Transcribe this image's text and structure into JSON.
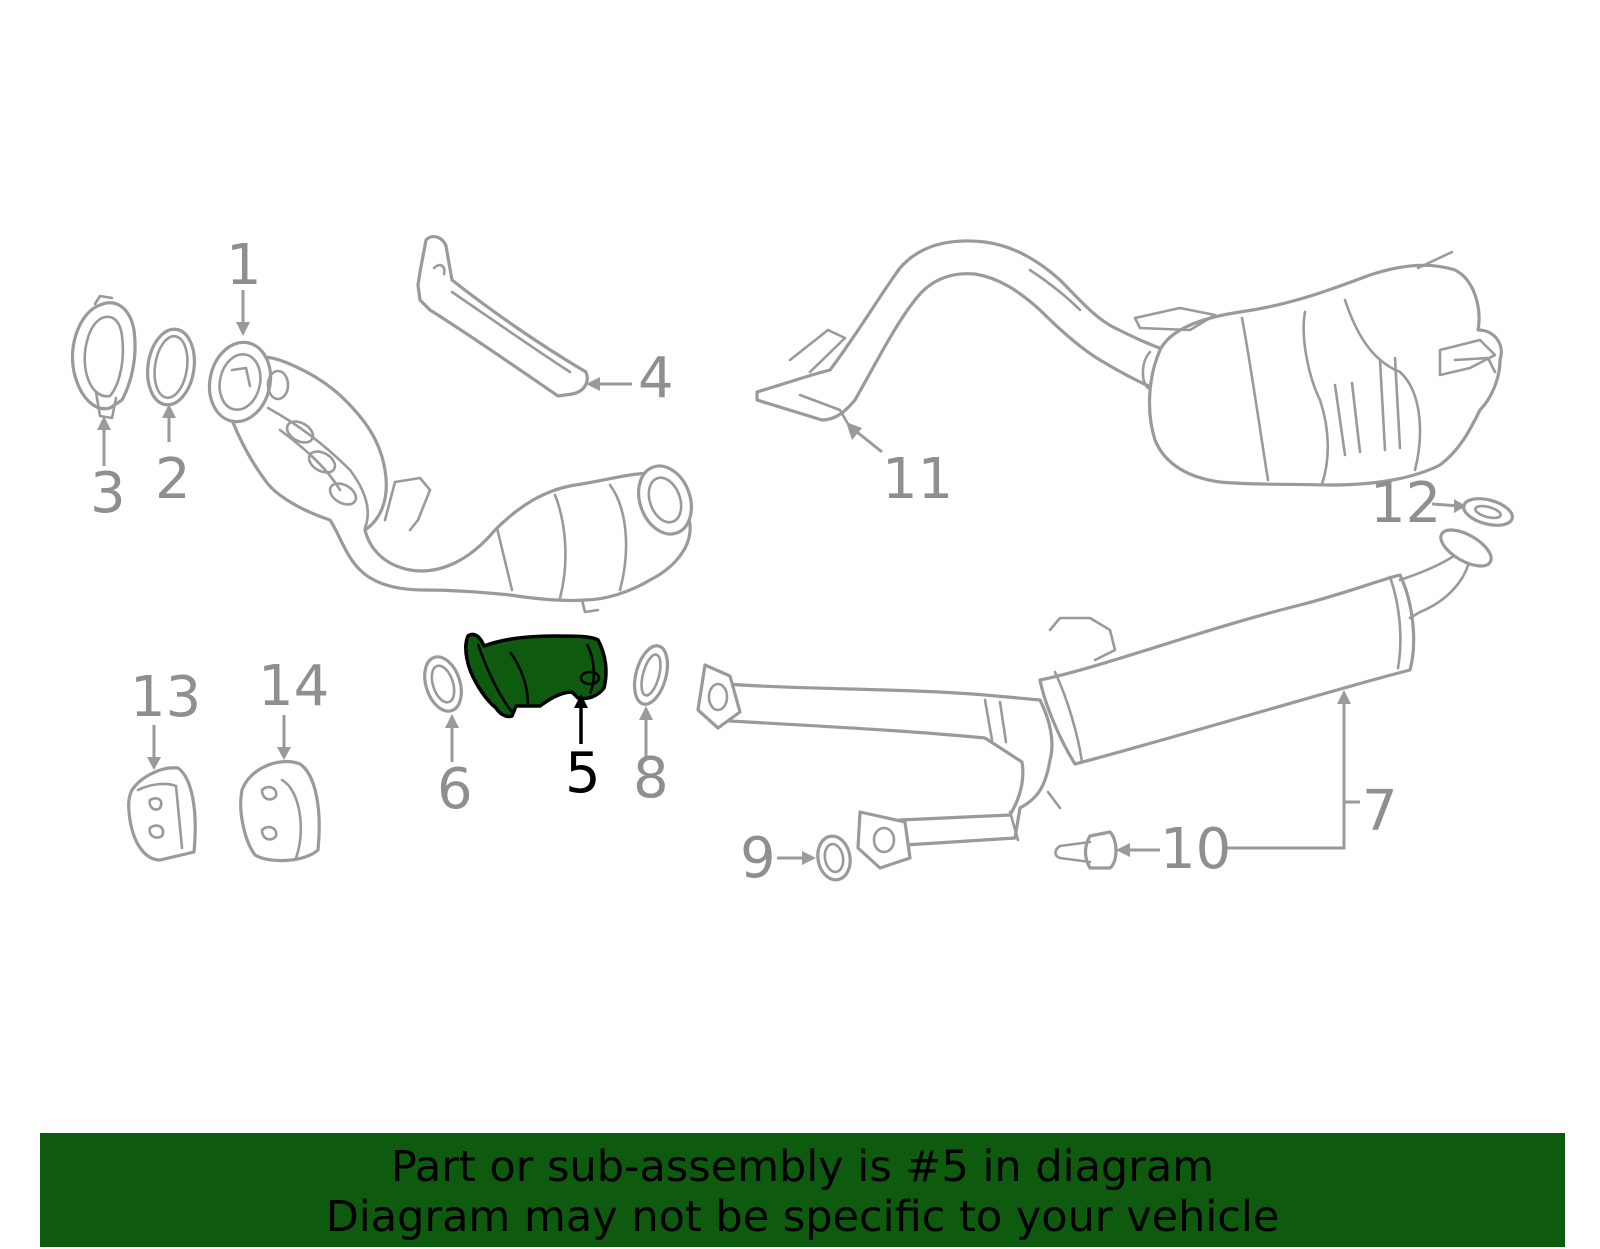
{
  "callouts": {
    "c1": "1",
    "c2": "2",
    "c3": "3",
    "c4": "4",
    "c5": "5",
    "c6": "6",
    "c7": "7",
    "c8": "8",
    "c9": "9",
    "c10": "10",
    "c11": "11",
    "c12": "12",
    "c13": "13",
    "c14": "14"
  },
  "highlighted_part": "5",
  "colors": {
    "highlight": "#0e5a0e",
    "line_art": "#9a9a9a",
    "banner": "#0e5a0e"
  },
  "banner": {
    "line1": "Part or sub-assembly is #5 in diagram",
    "line2": "Diagram may not be specific to your vehicle"
  }
}
